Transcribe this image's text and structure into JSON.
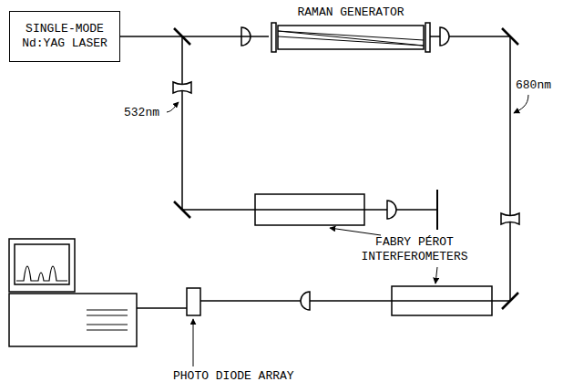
{
  "diagram": {
    "nodes": [
      {
        "text": [
          "SINGLE-MODE Nd:YAG LASER"
        ]
      },
      {
        "text": [
          "RAMAN GENERATOR"
        ]
      }
    ],
    "edges": [
      {
        "from": 0,
        "to": 1,
        "arrow": "none"
      }
    ],
    "labels": [
      "680nm",
      "532nm",
      "FABRY PÉROT INTERFEROMETERS",
      "PHOTO DIODE ARRAY"
    ]
  }
}
